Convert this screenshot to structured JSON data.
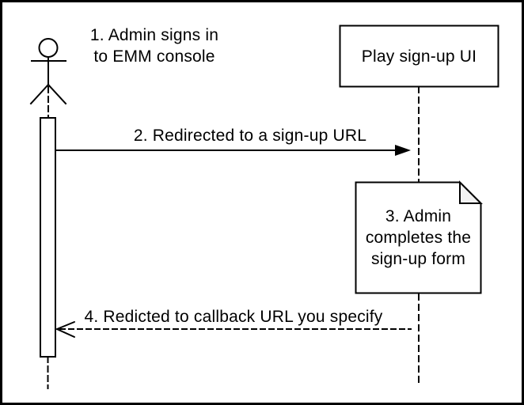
{
  "diagram": {
    "type": "sequence-diagram",
    "colors": {
      "stroke": "#000000",
      "background": "#ffffff",
      "note_fold_fill": "#f2f2f2",
      "shape_fill": "#ffffff"
    },
    "participants": [
      {
        "id": "admin",
        "kind": "actor-figure"
      },
      {
        "id": "play-signup-ui",
        "kind": "object-box",
        "label": "Play sign-up UI"
      }
    ],
    "messages": [
      {
        "seq": "1",
        "kind": "caption",
        "text": "1. Admin signs in\nto EMM console"
      },
      {
        "seq": "2",
        "kind": "solid-arrow-right",
        "text": "2. Redirected to a sign-up URL"
      },
      {
        "seq": "3",
        "kind": "note",
        "text": "3. Admin\ncompletes the\nsign-up form"
      },
      {
        "seq": "4",
        "kind": "dashed-arrow-left",
        "text": "4. Redicted to callback URL you specify"
      }
    ]
  }
}
